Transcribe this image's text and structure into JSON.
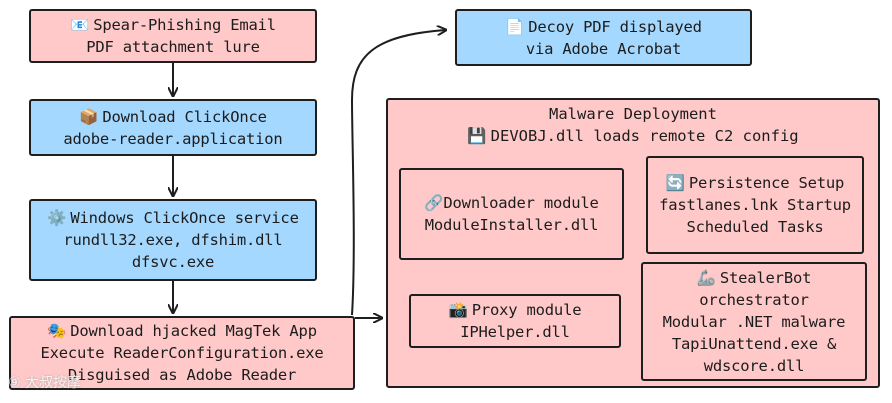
{
  "nodes": {
    "phish": {
      "icon": "📧",
      "line1": "Spear-Phishing Email",
      "line2": "PDF attachment lure"
    },
    "clickonce": {
      "icon": "📦",
      "line1": "Download ClickOnce",
      "line2": "adobe-reader.application"
    },
    "service": {
      "icon": "⚙️",
      "line1": "Windows ClickOnce service",
      "line2": "rundll32.exe, dfshim.dll",
      "line3": "dfsvc.exe"
    },
    "magtek": {
      "icon": "🎭",
      "line1": "Download hjacked MagTek App",
      "line2": "Execute ReaderConfiguration.exe",
      "line3": "Disguised as Adobe Reader"
    },
    "decoy": {
      "icon": "📄",
      "line1": "Decoy PDF displayed",
      "line2": "via Adobe Acrobat"
    },
    "deployment": {
      "title1": "Malware Deployment",
      "icon": "💾",
      "title2": "DEVOBJ.dll loads remote C2 config"
    },
    "downloader": {
      "icon": "🔗",
      "line1": "Downloader module",
      "line2": "ModuleInstaller.dll"
    },
    "persistence": {
      "icon": "🔄",
      "line1": "Persistence Setup",
      "line2": "fastlanes.lnk Startup",
      "line3": "Scheduled Tasks"
    },
    "proxy": {
      "icon": "📸",
      "line1": "Proxy module",
      "line2": "IPHelper.dll"
    },
    "stealer": {
      "icon": "🦾",
      "line1": "StealerBot",
      "line2": "orchestrator",
      "line3": "Modular .NET malware",
      "line4": "TapiUnattend.exe &",
      "line5": "wdscore.dll"
    }
  },
  "watermark": "⑨ 大叔按摩",
  "colors": {
    "pink_fill": "#ffc9c9",
    "blue_fill": "#a5d8ff",
    "stroke": "#1e1e1e"
  }
}
